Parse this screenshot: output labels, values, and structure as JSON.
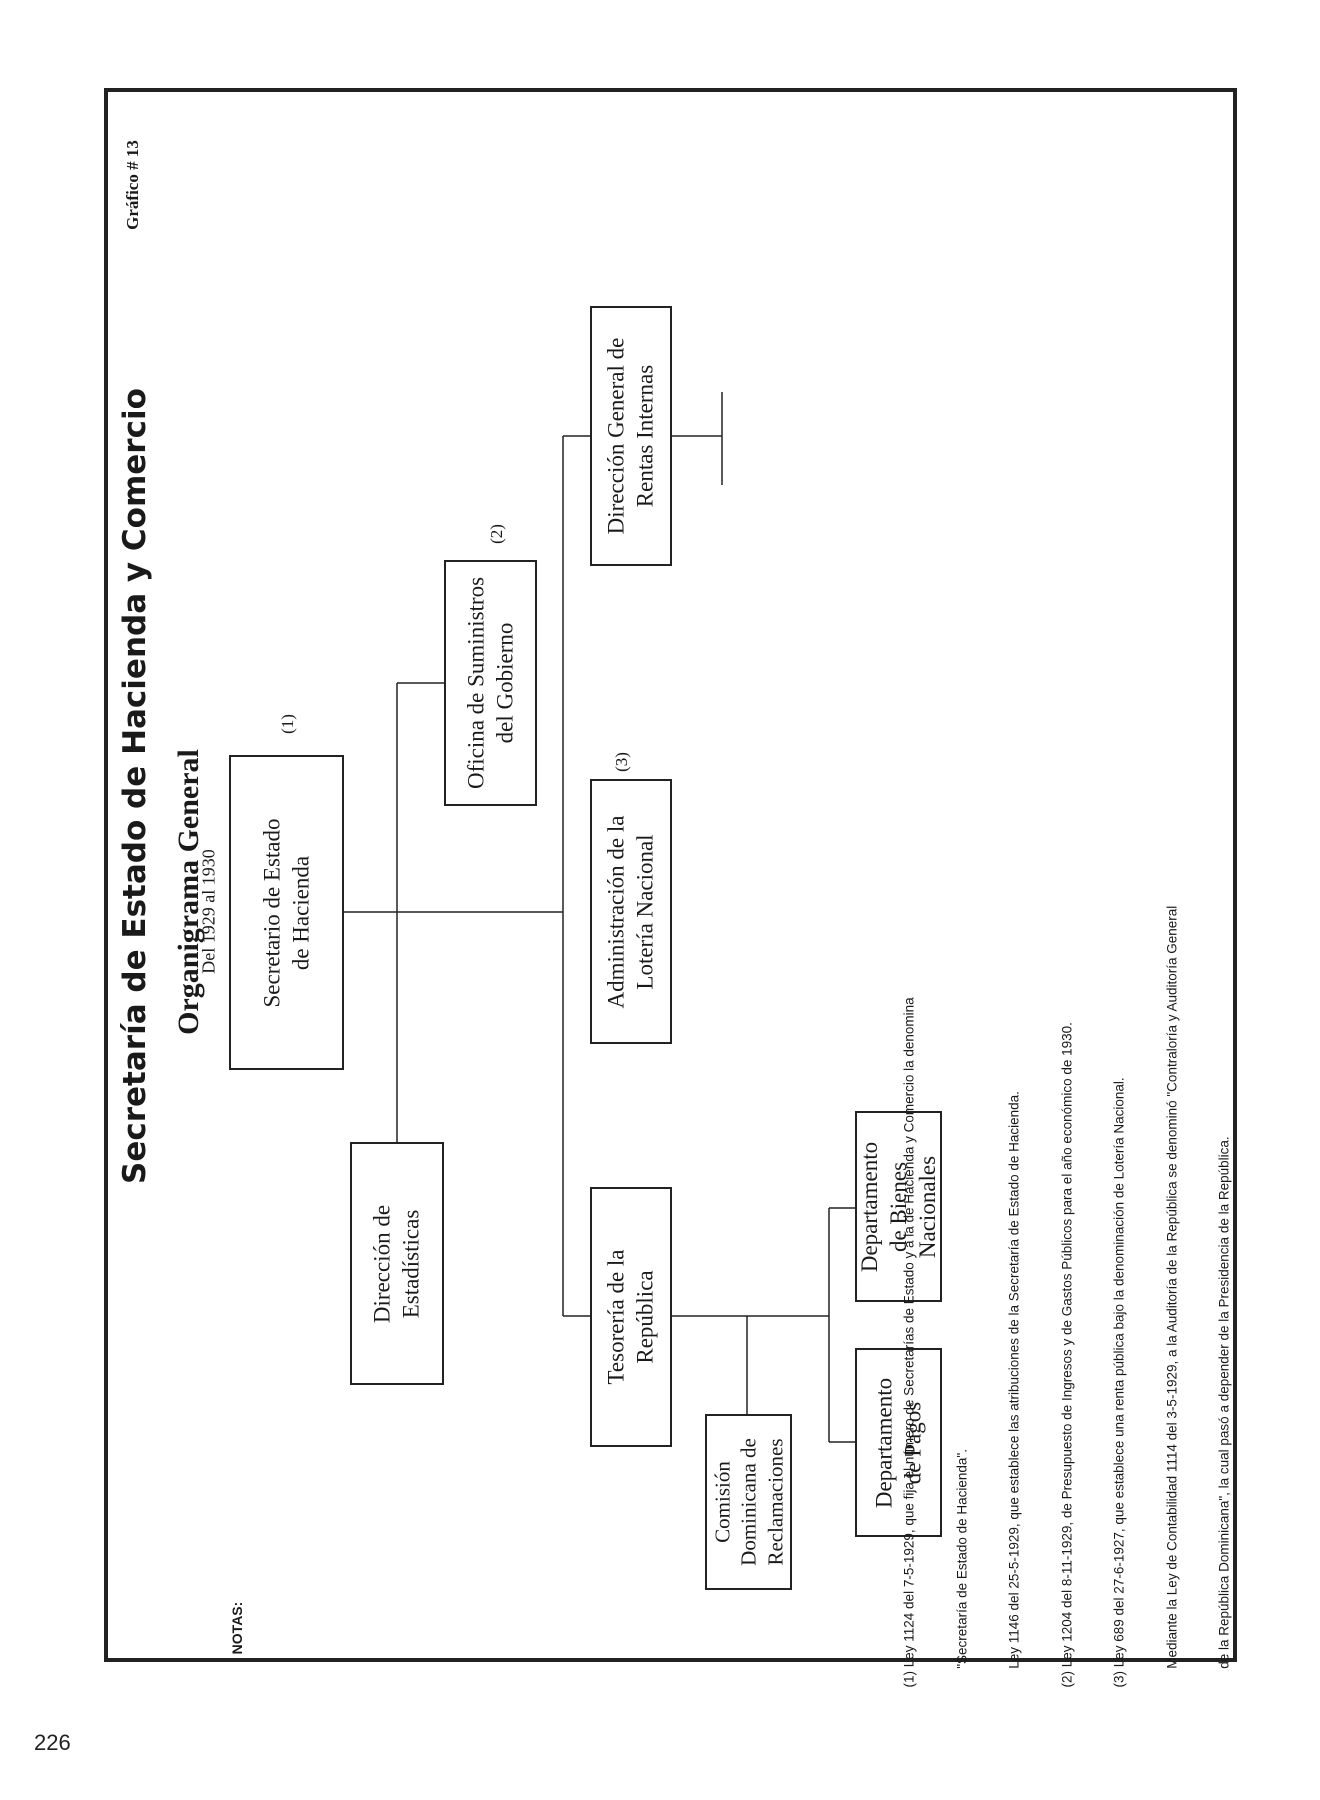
{
  "page_number": "226",
  "chart_label": "Gráfico # 13",
  "header": {
    "title": "Secretaría de Estado de Hacienda y Comercio",
    "subtitle": "Organigrama General",
    "period": "Del 1929 al 1930"
  },
  "nodes": {
    "secretario": {
      "line1": "Secretario de Estado",
      "line2": "de Hacienda",
      "ref": "(1)"
    },
    "estadisticas": {
      "line1": "Dirección de",
      "line2": "Estadísticas"
    },
    "suministros": {
      "line1": "Oficina de Suministros",
      "line2": "del Gobierno",
      "ref": "(2)"
    },
    "rentas": {
      "line1": "Dirección General de",
      "line2": "Rentas Internas"
    },
    "loteria": {
      "line1": "Administración de la",
      "line2": "Lotería Nacional",
      "ref": "(3)"
    },
    "tesoreria": {
      "line1": "Tesorería de la",
      "line2": "República"
    },
    "bienes": {
      "line1": "Departamento",
      "line2": "de Bienes",
      "line3": "Nacionales"
    },
    "pagos": {
      "line1": "Departamento",
      "line2": "de Pagos"
    },
    "comision": {
      "line1": "Comisión",
      "line2": "Dominicana de",
      "line3": "Reclamaciones"
    }
  },
  "notes": {
    "heading": "NOTAS:",
    "lines": [
      "(1) Ley 1124 del 7-5-1929, que fija el número de Secretarías de Estado y a la de Hacienda y Comercio la denomina",
      "     \"Secretaría de Estado de Hacienda\".",
      "     Ley 1146 del 25-5-1929, que establece las atribuciones de la Secretaría de Estado de Hacienda.",
      "(2) Ley 1204 del 8-11-1929, de Presupuesto de Ingresos y de Gastos Públicos para el año económico de 1930.",
      "(3) Ley 689 del 27-6-1927, que establece una renta pública bajo la denominación de Lotería Nacional.",
      "     Mediante la Ley de Contabilidad 1114 del 3-5-1929, a la Auditoría de la República se denominó \"Contraloría y Auditoría General",
      "     de la República Dominicana\", la cual pasó a depender de la Presidencia de la República."
    ]
  }
}
